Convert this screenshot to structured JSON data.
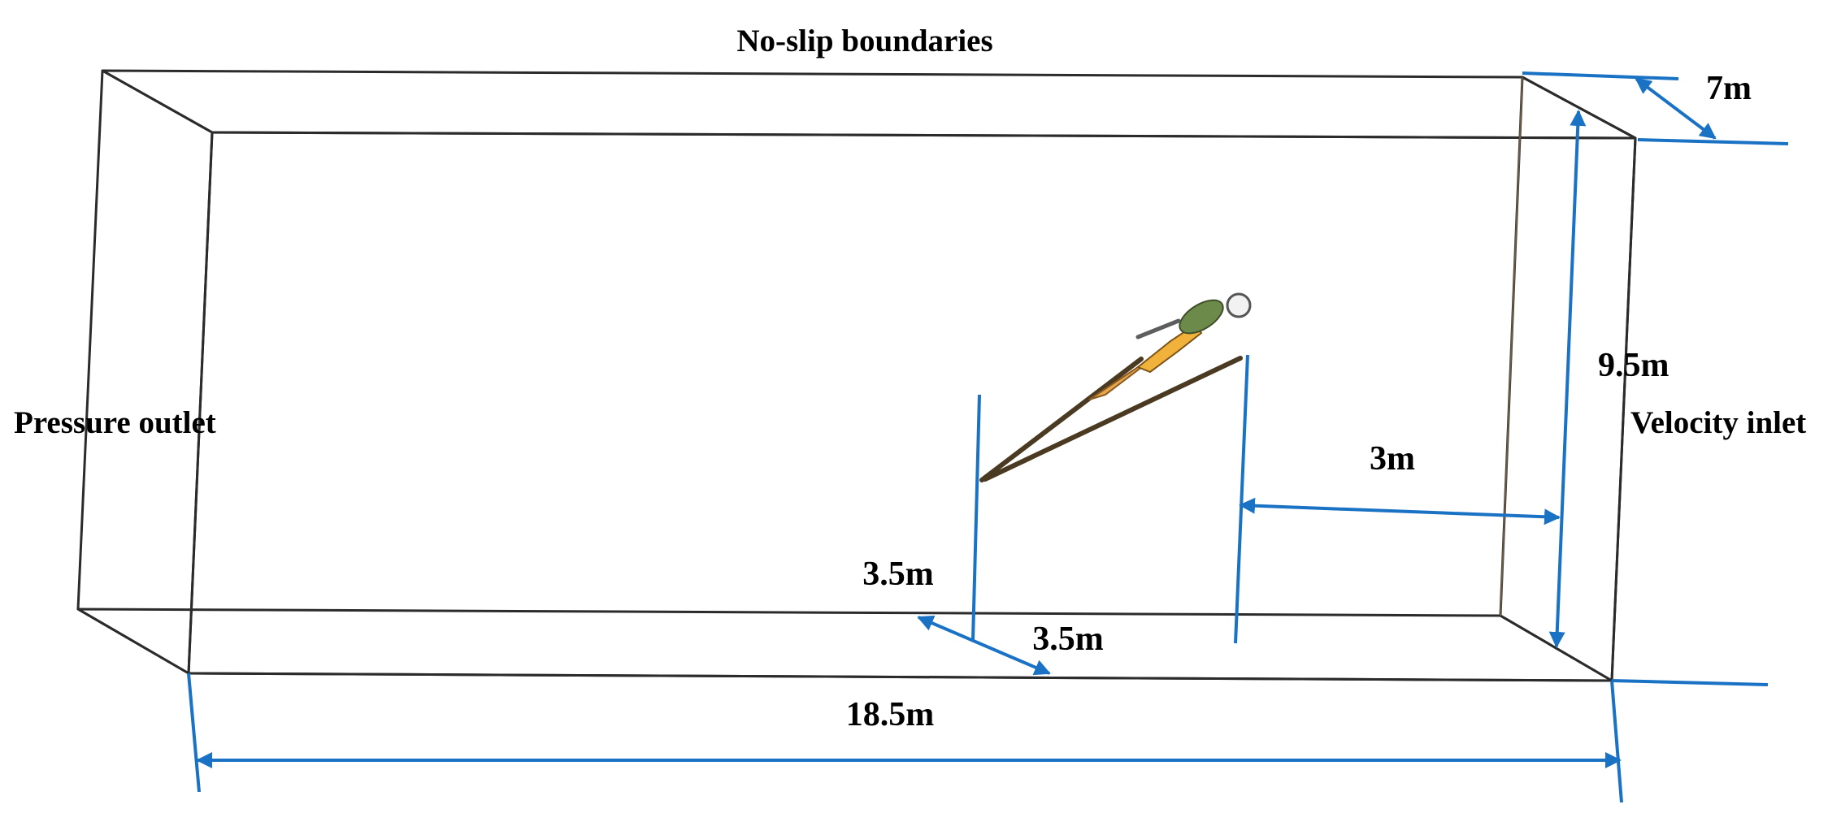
{
  "labels": {
    "top_boundary": "No-slip boundaries",
    "outlet": "Pressure outlet",
    "inlet": "Velocity inlet",
    "depth": "7m",
    "height": "9.5m",
    "inlet_gap": "3m",
    "jumper_span": "3.5m",
    "jumper_depth": "3.5m",
    "length": "18.5m"
  },
  "colors": {
    "front_face": "#fdd391",
    "top_face": "#fdd48a",
    "side_faces": "#f7c48c",
    "edges": "#2b2b2b",
    "dimension_lines": "#1a72c4"
  },
  "icons": {
    "jumper": "ski-jumper-icon"
  }
}
